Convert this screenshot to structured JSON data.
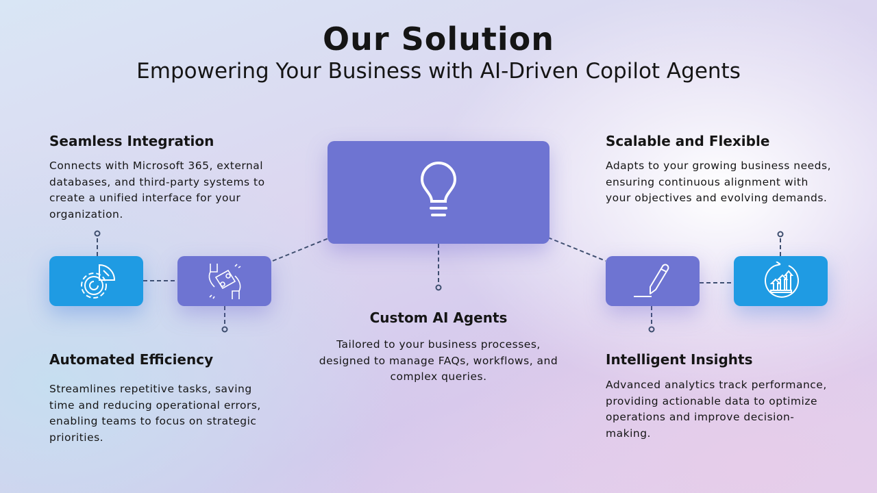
{
  "title": "Our Solution",
  "subtitle": "Empowering Your Business with AI-Driven Copilot Agents",
  "features": {
    "seamless": {
      "title": "Seamless Integration",
      "text": "Connects with Microsoft 365, external databases, and third-party systems to create a unified interface for your organization.",
      "icon": "gear-icon"
    },
    "automated": {
      "title": "Automated Efficiency",
      "text": "Streamlines repetitive tasks, saving time and reducing operational errors, enabling teams to focus on strategic priorities.",
      "icon": "puzzle-hands-icon"
    },
    "custom": {
      "title": "Custom AI Agents",
      "text": "Tailored to your business processes, designed to manage FAQs, workflows, and complex queries.",
      "icon": "lightbulb-icon"
    },
    "scalable": {
      "title": "Scalable and Flexible",
      "text": "Adapts to your growing business needs, ensuring continuous alignment with your objectives and evolving demands.",
      "icon": "growth-chart-icon"
    },
    "insights": {
      "title": "Intelligent Insights",
      "text": "Advanced analytics track performance, providing actionable data to optimize operations and improve decision-making.",
      "icon": "pencil-icon"
    }
  },
  "colors": {
    "blue": "#1f9be3",
    "purple": "#6e74d2",
    "connector": "#3e4e6e"
  }
}
